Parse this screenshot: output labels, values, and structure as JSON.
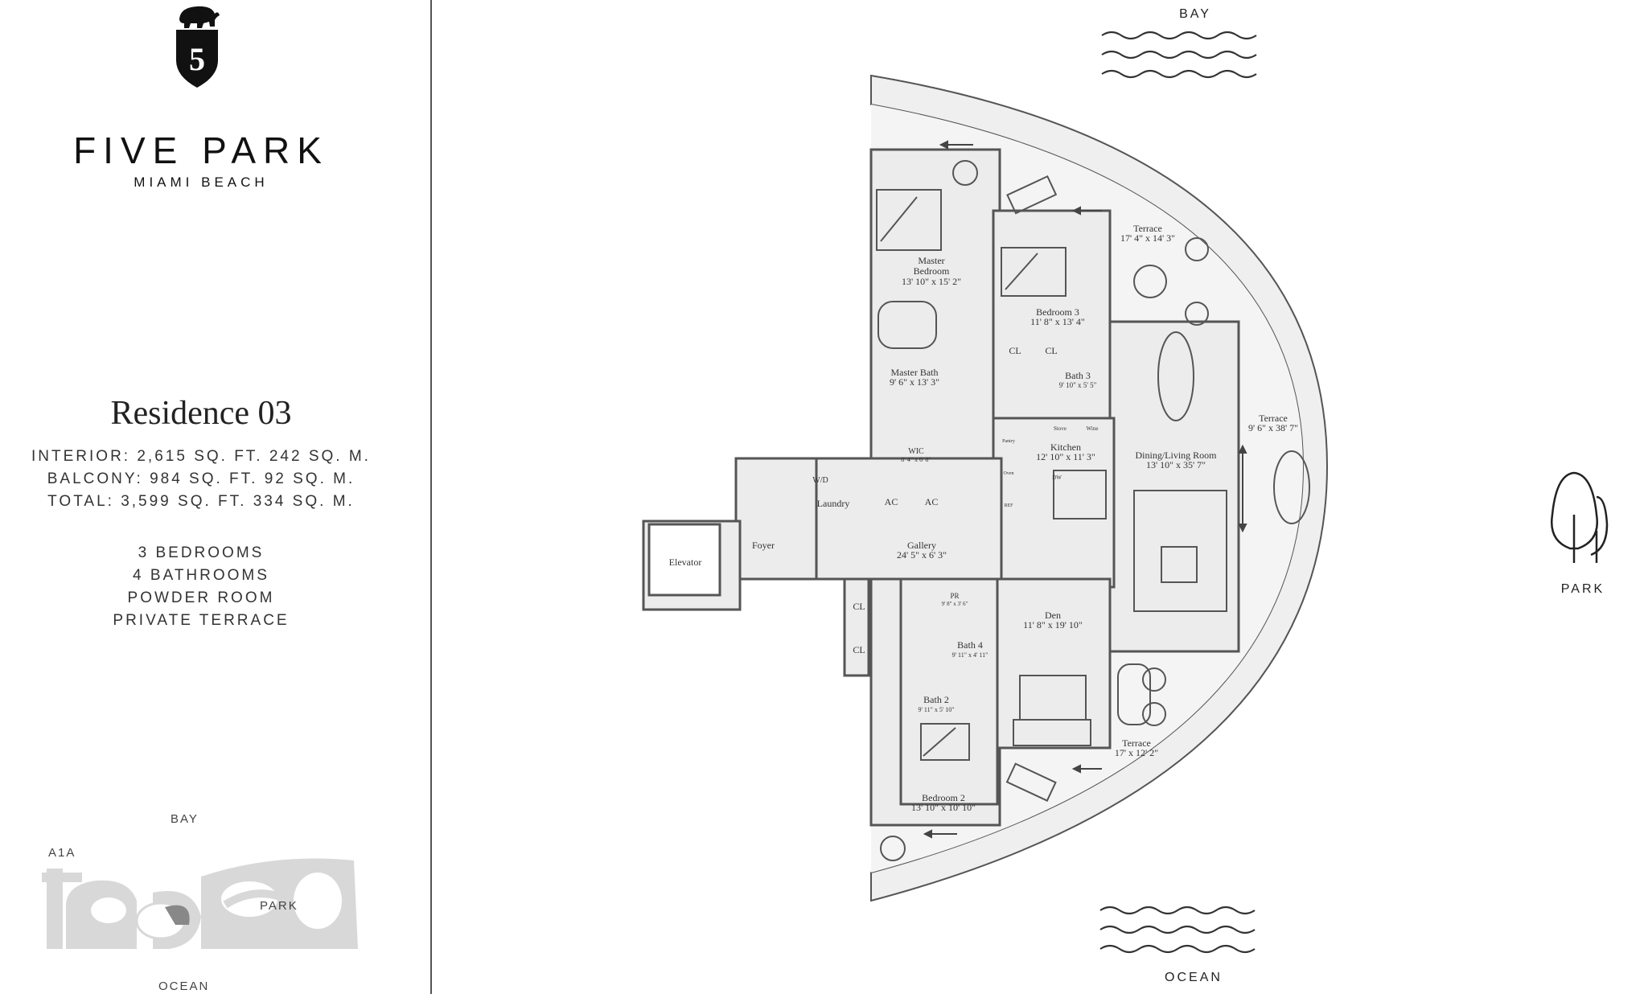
{
  "brand": {
    "name": "FIVE PARK",
    "location": "MIAMI BEACH",
    "logo_letter": "5"
  },
  "residence": {
    "title": "Residence 03",
    "interior": "INTERIOR: 2,615 SQ. FT.   242 SQ. M.",
    "balcony": "BALCONY: 984 SQ. FT.   92 SQ. M.",
    "total": "TOTAL: 3,599 SQ. FT.   334 SQ. M.",
    "features": [
      "3 BEDROOMS",
      "4 BATHROOMS",
      "POWDER ROOM",
      "PRIVATE TERRACE"
    ]
  },
  "keyplan": {
    "bay": "BAY",
    "a1a": "A1A",
    "park": "PARK",
    "ocean": "OCEAN"
  },
  "orientation": {
    "top": "BAY",
    "bottom": "OCEAN",
    "right": "PARK"
  },
  "rooms": {
    "master_bedroom": {
      "name": "Master\nBedroom",
      "line1": "Master",
      "line2": "Bedroom",
      "dims": "13' 10\" x 15' 2\""
    },
    "bedroom3": {
      "name": "Bedroom 3",
      "dims": "11' 8\" x 13' 4\""
    },
    "terrace_top": {
      "name": "Terrace",
      "dims": "17' 4\" x 14' 3\""
    },
    "master_bath": {
      "name": "Master Bath",
      "dims": "9' 6\" x 13' 3\""
    },
    "bath3": {
      "name": "Bath 3",
      "dims": "9' 10\" x 5' 5\""
    },
    "cl1": "CL",
    "cl2": "CL",
    "wic": {
      "name": "WIC",
      "dims": "8' 4\" x 6' 8\""
    },
    "kitchen": {
      "name": "Kitchen",
      "dims": "12' 10\" x 11' 3\""
    },
    "dining": {
      "name": "Dining/Living Room",
      "dims": "13' 10\" x 35' 7\""
    },
    "terrace_right": {
      "name": "Terrace",
      "dims": "9' 6\" x 38' 7\""
    },
    "wd": "W/D",
    "laundry": "Laundry",
    "ac1": "AC",
    "ac2": "AC",
    "elevator": "Elevator",
    "foyer": "Foyer",
    "gallery": {
      "name": "Gallery",
      "dims": "24' 5\" x 6' 3\""
    },
    "pr": {
      "name": "PR",
      "dims": "9' 8\" x 3' 6\""
    },
    "den": {
      "name": "Den",
      "dims": "11' 8\" x 19' 10\""
    },
    "bath4": {
      "name": "Bath 4",
      "dims": "9' 11\" x 4' 11\""
    },
    "bath2": {
      "name": "Bath 2",
      "dims": "9' 11\" x 5' 10\""
    },
    "cl3": "CL",
    "cl4": "CL",
    "terrace_bottom": {
      "name": "Terrace",
      "dims": "17' x 12' 2\""
    },
    "bedroom2": {
      "name": "Bedroom 2",
      "dims": "13' 10\" x 10' 10\""
    },
    "pantry": "Pantry",
    "oven": "Oven",
    "ref": "REF",
    "stove": "Stove",
    "wine": "Wine",
    "dw": "DW"
  },
  "colors": {
    "wall": "#555555",
    "floor_fill": "#efefef",
    "keyplan_fill": "#d8d8d8",
    "keyplan_highlight": "#888888"
  }
}
